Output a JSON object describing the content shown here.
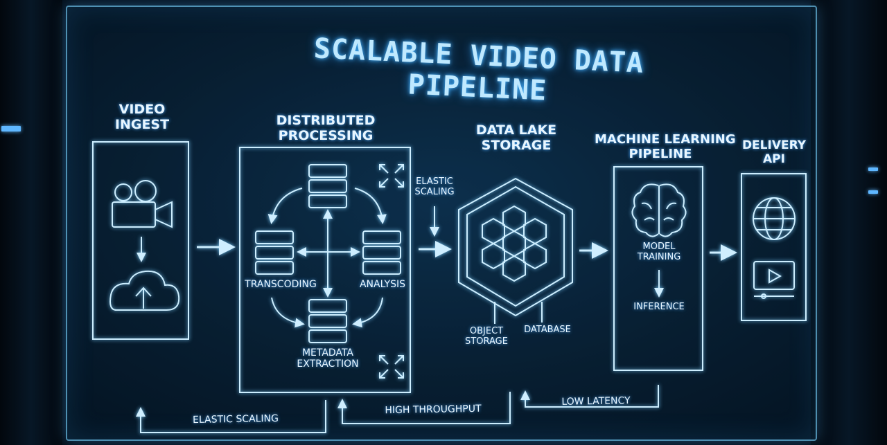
{
  "title": "SCALABLE VIDEO DATA PIPELINE",
  "stages": {
    "ingest": {
      "line1": "VIDEO",
      "line2": "INGEST"
    },
    "processing": {
      "line1": "DISTRIBUTED",
      "line2": "PROCESSING",
      "transcoding": "TRANSCODING",
      "analysis": "ANALYSIS",
      "metadata_line1": "METADATA",
      "metadata_line2": "EXTRACTION"
    },
    "storage": {
      "line1": "DATA LAKE",
      "line2": "STORAGE",
      "object_line1": "OBJECT",
      "object_line2": "STORAGE",
      "database": "DATABASE"
    },
    "ml": {
      "line1": "MACHINE LEARNING",
      "line2": "PIPELINE",
      "training_line1": "MODEL",
      "training_line2": "TRAINING",
      "inference": "INFERENCE"
    },
    "delivery": {
      "line1": "DELIVERY",
      "line2": "API"
    }
  },
  "annotations": {
    "elastic_top_line1": "ELASTIC",
    "elastic_top_line2": "SCALING",
    "elastic_bottom": "ELASTIC SCALING",
    "high_throughput": "HIGH THROUGHPUT",
    "low_latency": "LOW LATENCY"
  },
  "icons": [
    "video-camera-icon",
    "cloud-upload-icon",
    "server-icon",
    "expand-icon",
    "hexagon-cluster-icon",
    "brain-icon",
    "globe-icon",
    "video-player-icon"
  ],
  "colors": {
    "line": "#bfe8ff",
    "glow": "#4aa8ff",
    "background": "#061626"
  }
}
